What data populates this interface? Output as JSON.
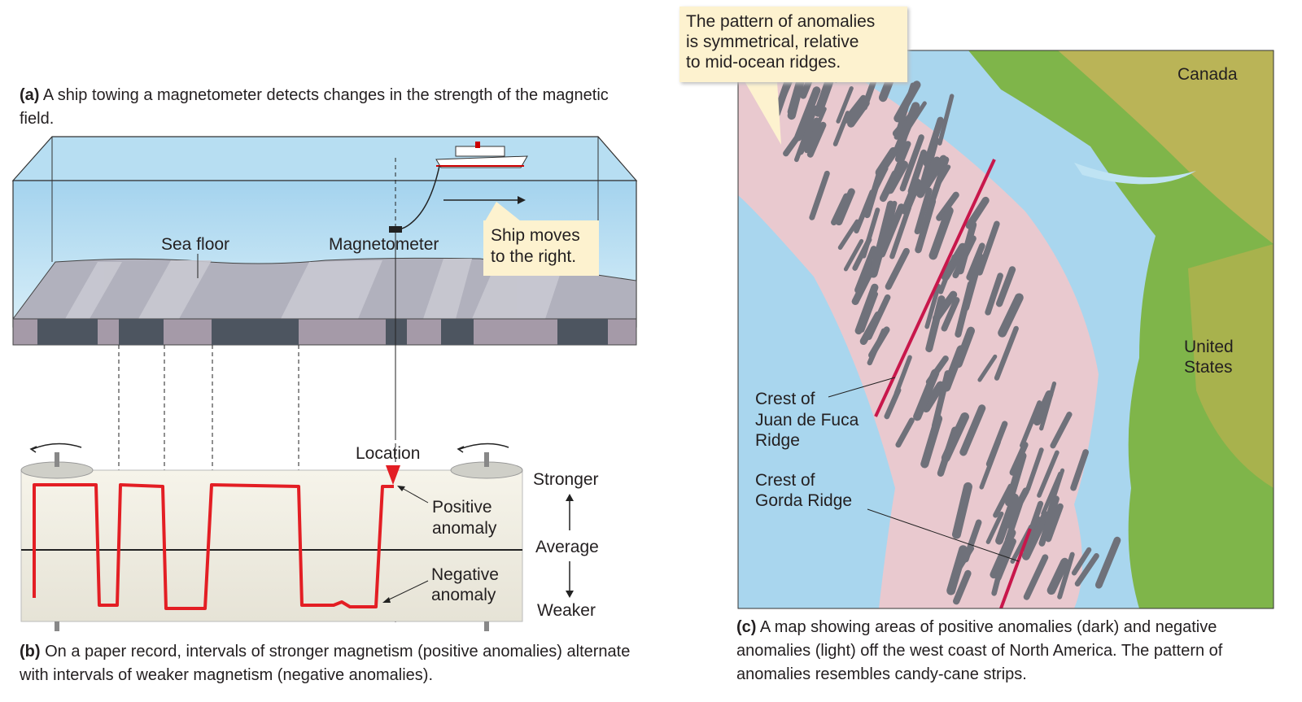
{
  "panel_a": {
    "letter": "(a)",
    "caption": "A ship towing a magnetometer detects changes in the strength of the magnetic field.",
    "labels": {
      "sea_floor": "Sea floor",
      "magnetometer": "Magnetometer",
      "ship_moves_1": "Ship moves",
      "ship_moves_2": "to the right."
    }
  },
  "panel_b": {
    "letter": "(b)",
    "caption": "On a paper record, intervals of stronger magnetism (positive anomalies) alternate with intervals of weaker magnetism (negative anomalies).",
    "labels": {
      "location": "Location",
      "positive_1": "Positive",
      "positive_2": "anomaly",
      "negative_1": "Negative",
      "negative_2": "anomaly",
      "stronger": "Stronger",
      "average": "Average",
      "weaker": "Weaker"
    }
  },
  "panel_c": {
    "letter": "(c)",
    "caption": "A map showing areas of positive anomalies (dark) and negative anomalies (light) off the west coast of North America. The pattern of anomalies resembles candy-cane strips.",
    "callout": [
      "The pattern of anomalies",
      "is symmetrical, relative",
      "to mid-ocean ridges."
    ],
    "labels": {
      "canada": "Canada",
      "us_1": "United",
      "us_2": "States",
      "jdf_1": "Crest of",
      "jdf_2": "Juan de Fuca",
      "jdf_3": "Ridge",
      "gorda_1": "Crest of",
      "gorda_2": "Gorda Ridge"
    }
  },
  "colors": {
    "record_line": "#e31e24",
    "ridge": "#c8174b",
    "water": "#a9d6ee",
    "callout_bg": "#fdf2cf"
  }
}
